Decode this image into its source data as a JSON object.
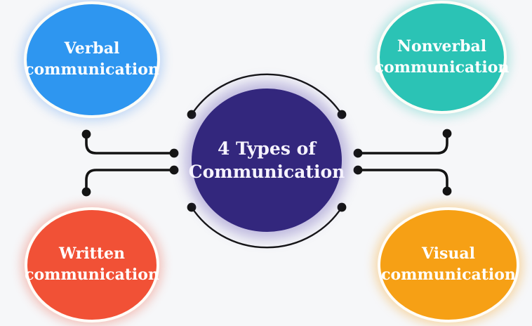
{
  "background_color": "#f6f7f9",
  "connector_color": "#141414",
  "center": {
    "line1": "4 Types of",
    "line2": "Communication",
    "color": "#33277d",
    "text_color": "#ffffff"
  },
  "nodes": [
    {
      "id": "verbal",
      "line1": "Verbal",
      "line2": "communication",
      "color": "#2e96f0",
      "position": "top-left"
    },
    {
      "id": "nonverbal",
      "line1": "Nonverbal",
      "line2": "communication",
      "color": "#2bc3b5",
      "position": "top-right"
    },
    {
      "id": "written",
      "line1": "Written",
      "line2": "communication",
      "color": "#f15136",
      "position": "bottom-left"
    },
    {
      "id": "visual",
      "line1": "Visual",
      "line2": "communication",
      "color": "#f6a015",
      "position": "bottom-right"
    }
  ]
}
